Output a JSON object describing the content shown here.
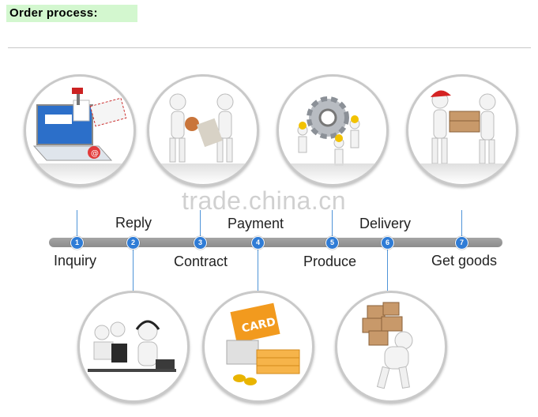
{
  "header": {
    "title": "Order process:"
  },
  "watermark": "trade.china.cn",
  "steps": [
    {
      "number": "1",
      "label": "Inquiry"
    },
    {
      "number": "2",
      "label": "Reply"
    },
    {
      "number": "3",
      "label": "Contract"
    },
    {
      "number": "4",
      "label": "Payment"
    },
    {
      "number": "5",
      "label": "Produce"
    },
    {
      "number": "6",
      "label": "Delivery"
    },
    {
      "number": "7",
      "label": "Get goods"
    }
  ],
  "illustrations": {
    "card_text": "CARD"
  },
  "colors": {
    "header_bg": "#d3f7cf",
    "timeline": "#999999",
    "dot": "#2f7cd6",
    "connector": "#4f94d8"
  }
}
